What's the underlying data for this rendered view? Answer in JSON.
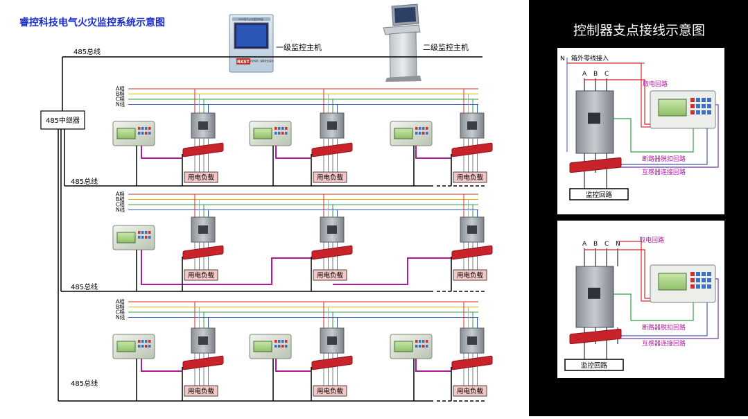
{
  "main_title": "睿控科技电气火灾监控系统示意图",
  "primary_host": "一级监控主机",
  "secondary_host": "二级监控主机",
  "bus": "485总线",
  "repeater": "485中继器",
  "phase_labels": [
    "A相",
    "B相",
    "C相",
    "N线"
  ],
  "load": "用电负载",
  "host_panel_caption": "DDS电气火灾监控系统",
  "host_brand": "RKST",
  "host_brand_sub": "睿控科技 | 智能安全监测",
  "right_panel": {
    "title": "控制器支点接线示意图",
    "n_label": "N",
    "neutral_in": "箱外零线接入",
    "phases_top": [
      "A",
      "B",
      "C"
    ],
    "phases_bottom": [
      "A",
      "B",
      "C",
      "N"
    ],
    "power_loop": "取电回路",
    "breaker_trip_loop": "断路器脱扣回路",
    "ct_loop": "互感器连接回路",
    "monitor_loop": "监控回路"
  },
  "colors": {
    "title_blue": "#1a2cc8",
    "phase_a": "#e0b400",
    "phase_b": "#2ea043",
    "phase_c": "#d62828",
    "neutral": "#3355cc",
    "ct_red": "#c8222a",
    "signal_purple": "#b0189e",
    "label_magenta": "#b0189e",
    "panel_bg": "#000000"
  }
}
